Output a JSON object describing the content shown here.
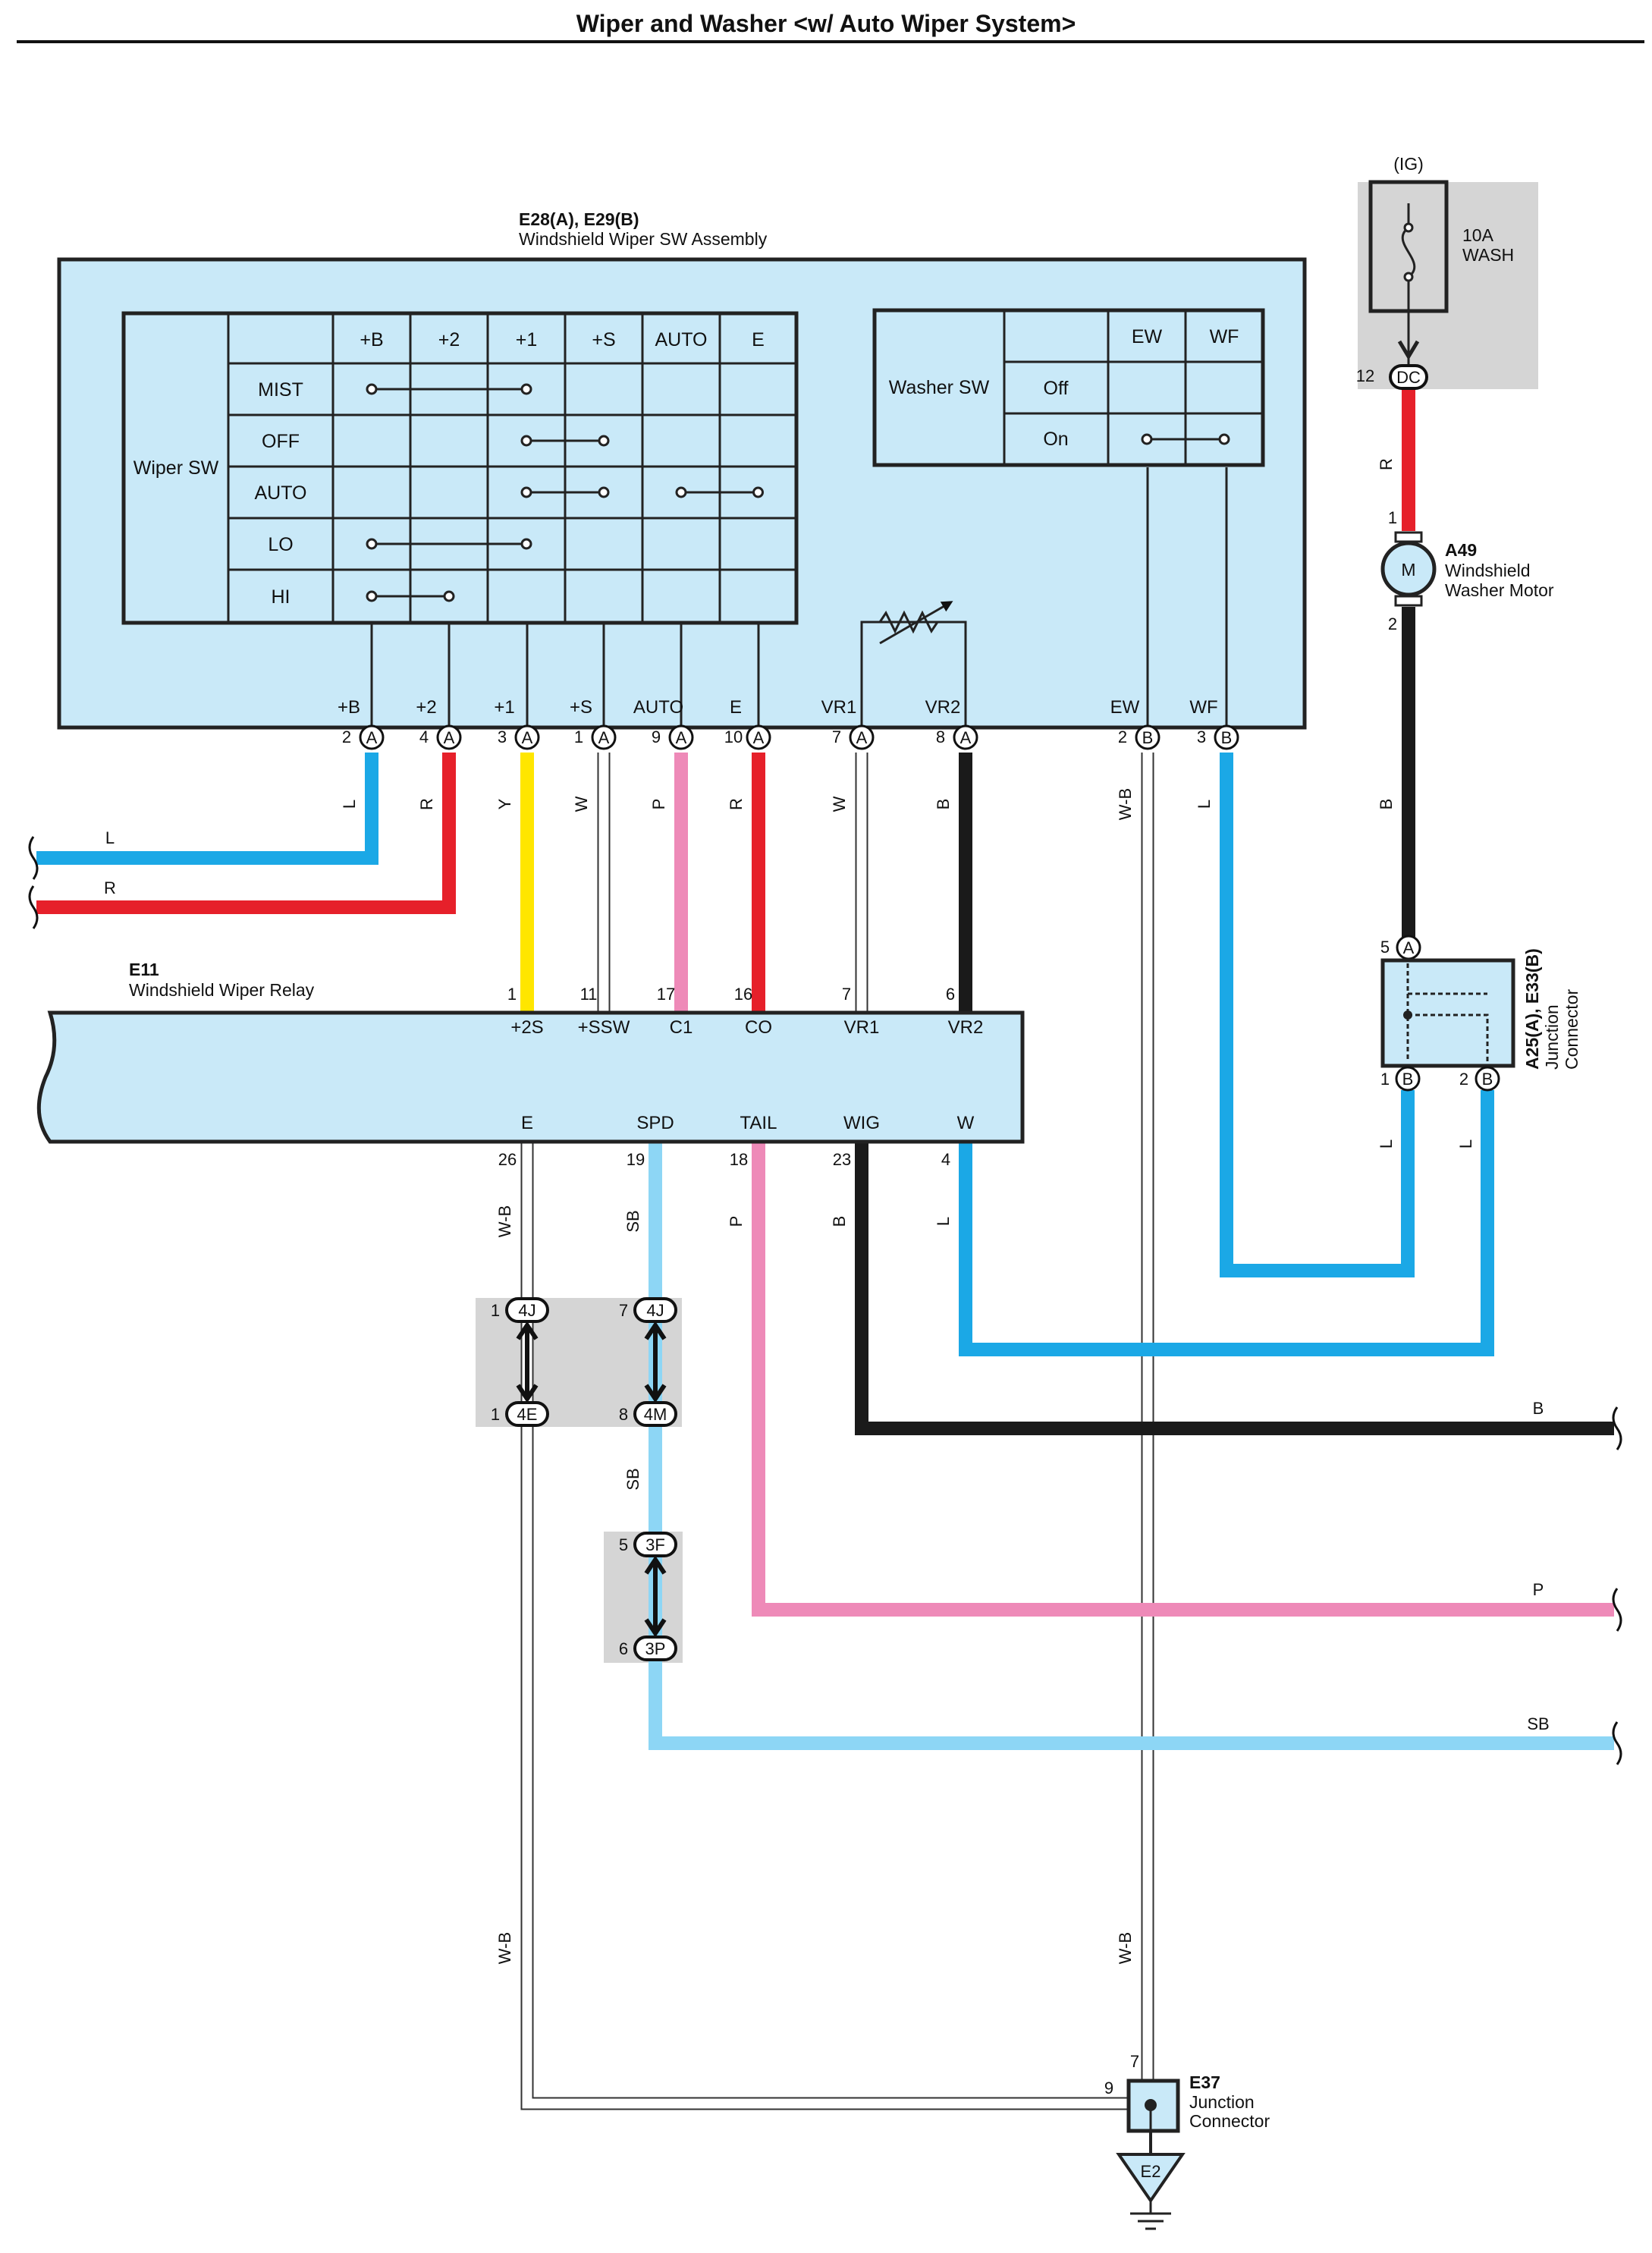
{
  "title": "Wiper and Washer <w/ Auto Wiper System>",
  "colors": {
    "L": "#1ba8e6",
    "R": "#e6202a",
    "Y": "#ffe600",
    "W": "#ffffff",
    "P": "#ee8ab8",
    "B": "#1a1a1a",
    "SB": "#8dd6f5",
    "W-B": "#ffffff",
    "box_fill": "#c9e9f8",
    "shade": "#d5d5d5"
  },
  "switch_assembly": {
    "id": "E28(A), E29(B)",
    "name": "Windshield Wiper SW Assembly",
    "wiper_sw": {
      "label": "Wiper SW",
      "columns": [
        "+B",
        "+2",
        "+1",
        "+S",
        "AUTO",
        "E"
      ],
      "rows": [
        "MIST",
        "OFF",
        "AUTO",
        "LO",
        "HI"
      ]
    },
    "washer_sw": {
      "label": "Washer SW",
      "columns": [
        "EW",
        "WF"
      ],
      "rows": [
        "Off",
        "On"
      ]
    },
    "terminals": [
      {
        "label": "+B",
        "pin": "2",
        "conn": "A",
        "wire": "L"
      },
      {
        "label": "+2",
        "pin": "4",
        "conn": "A",
        "wire": "R"
      },
      {
        "label": "+1",
        "pin": "3",
        "conn": "A",
        "wire": "Y"
      },
      {
        "label": "+S",
        "pin": "1",
        "conn": "A",
        "wire": "W"
      },
      {
        "label": "AUTO",
        "pin": "9",
        "conn": "A",
        "wire": "P"
      },
      {
        "label": "E",
        "pin": "10",
        "conn": "A",
        "wire": "R"
      },
      {
        "label": "VR1",
        "pin": "7",
        "conn": "A",
        "wire": "W"
      },
      {
        "label": "VR2",
        "pin": "8",
        "conn": "A",
        "wire": "B"
      },
      {
        "label": "EW",
        "pin": "2",
        "conn": "B",
        "wire": "W-B"
      },
      {
        "label": "WF",
        "pin": "3",
        "conn": "B",
        "wire": "L"
      }
    ]
  },
  "relay": {
    "id": "E11",
    "name": "Windshield Wiper Relay",
    "top_terminals": [
      {
        "label": "+2S",
        "pin": "1"
      },
      {
        "label": "+SSW",
        "pin": "11"
      },
      {
        "label": "C1",
        "pin": "17"
      },
      {
        "label": "CO",
        "pin": "16"
      },
      {
        "label": "VR1",
        "pin": "7"
      },
      {
        "label": "VR2",
        "pin": "6"
      }
    ],
    "bottom_terminals": [
      {
        "label": "E",
        "pin": "26",
        "wire": "W-B"
      },
      {
        "label": "SPD",
        "pin": "19",
        "wire": "SB"
      },
      {
        "label": "TAIL",
        "pin": "18",
        "wire": "P"
      },
      {
        "label": "WIG",
        "pin": "23",
        "wire": "B"
      },
      {
        "label": "W",
        "pin": "4",
        "wire": "L"
      }
    ]
  },
  "left_wires": [
    "L",
    "R"
  ],
  "right_wires": [
    "B",
    "P",
    "SB"
  ],
  "fuse": {
    "source": "(IG)",
    "rating": "10A",
    "name": "WASH",
    "pin": "12",
    "conn": "DC",
    "wire": "R"
  },
  "motor": {
    "id": "A49",
    "name_line1": "Windshield",
    "name_line2": "Washer Motor",
    "symbol": "M",
    "pin_top": "1",
    "pin_bottom": "2",
    "wire_below": "B"
  },
  "junction_a25": {
    "id": "A25(A), E33(B)",
    "name_line1": "Junction",
    "name_line2": "Connector",
    "pin_top": "5",
    "conn_top": "A",
    "pin_left": "1",
    "pin_right": "2",
    "conn_bottom": "B",
    "wire_left": "L",
    "wire_right": "L"
  },
  "inline_connectors": [
    {
      "pin": "1",
      "conn": "4J"
    },
    {
      "pin": "1",
      "conn": "4E"
    },
    {
      "pin": "7",
      "conn": "4J"
    },
    {
      "pin": "8",
      "conn": "4M"
    },
    {
      "pin": "5",
      "conn": "3F"
    },
    {
      "pin": "6",
      "conn": "3P"
    }
  ],
  "inline_wires": [
    "SB",
    "W-B",
    "W-B"
  ],
  "junction_e37": {
    "id": "E37",
    "name_line1": "Junction",
    "name_line2": "Connector",
    "pin_top": "7",
    "pin_left": "9"
  },
  "ground": {
    "label": "E2"
  }
}
